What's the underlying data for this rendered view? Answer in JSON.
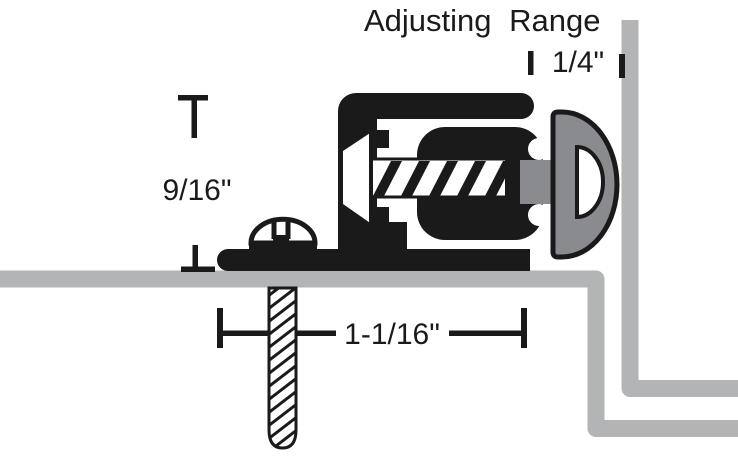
{
  "diagram": {
    "title_label": "Adjusting Range",
    "dimensions": {
      "adjusting_range_value": "1/4\"",
      "profile_height": "9/16\"",
      "base_width": "1-1/16\""
    },
    "colors": {
      "ink": "#1a1a1a",
      "frame_gray": "#b2b4b6",
      "bumper_gray": "#8a8b8e",
      "background": "#ffffff"
    }
  }
}
